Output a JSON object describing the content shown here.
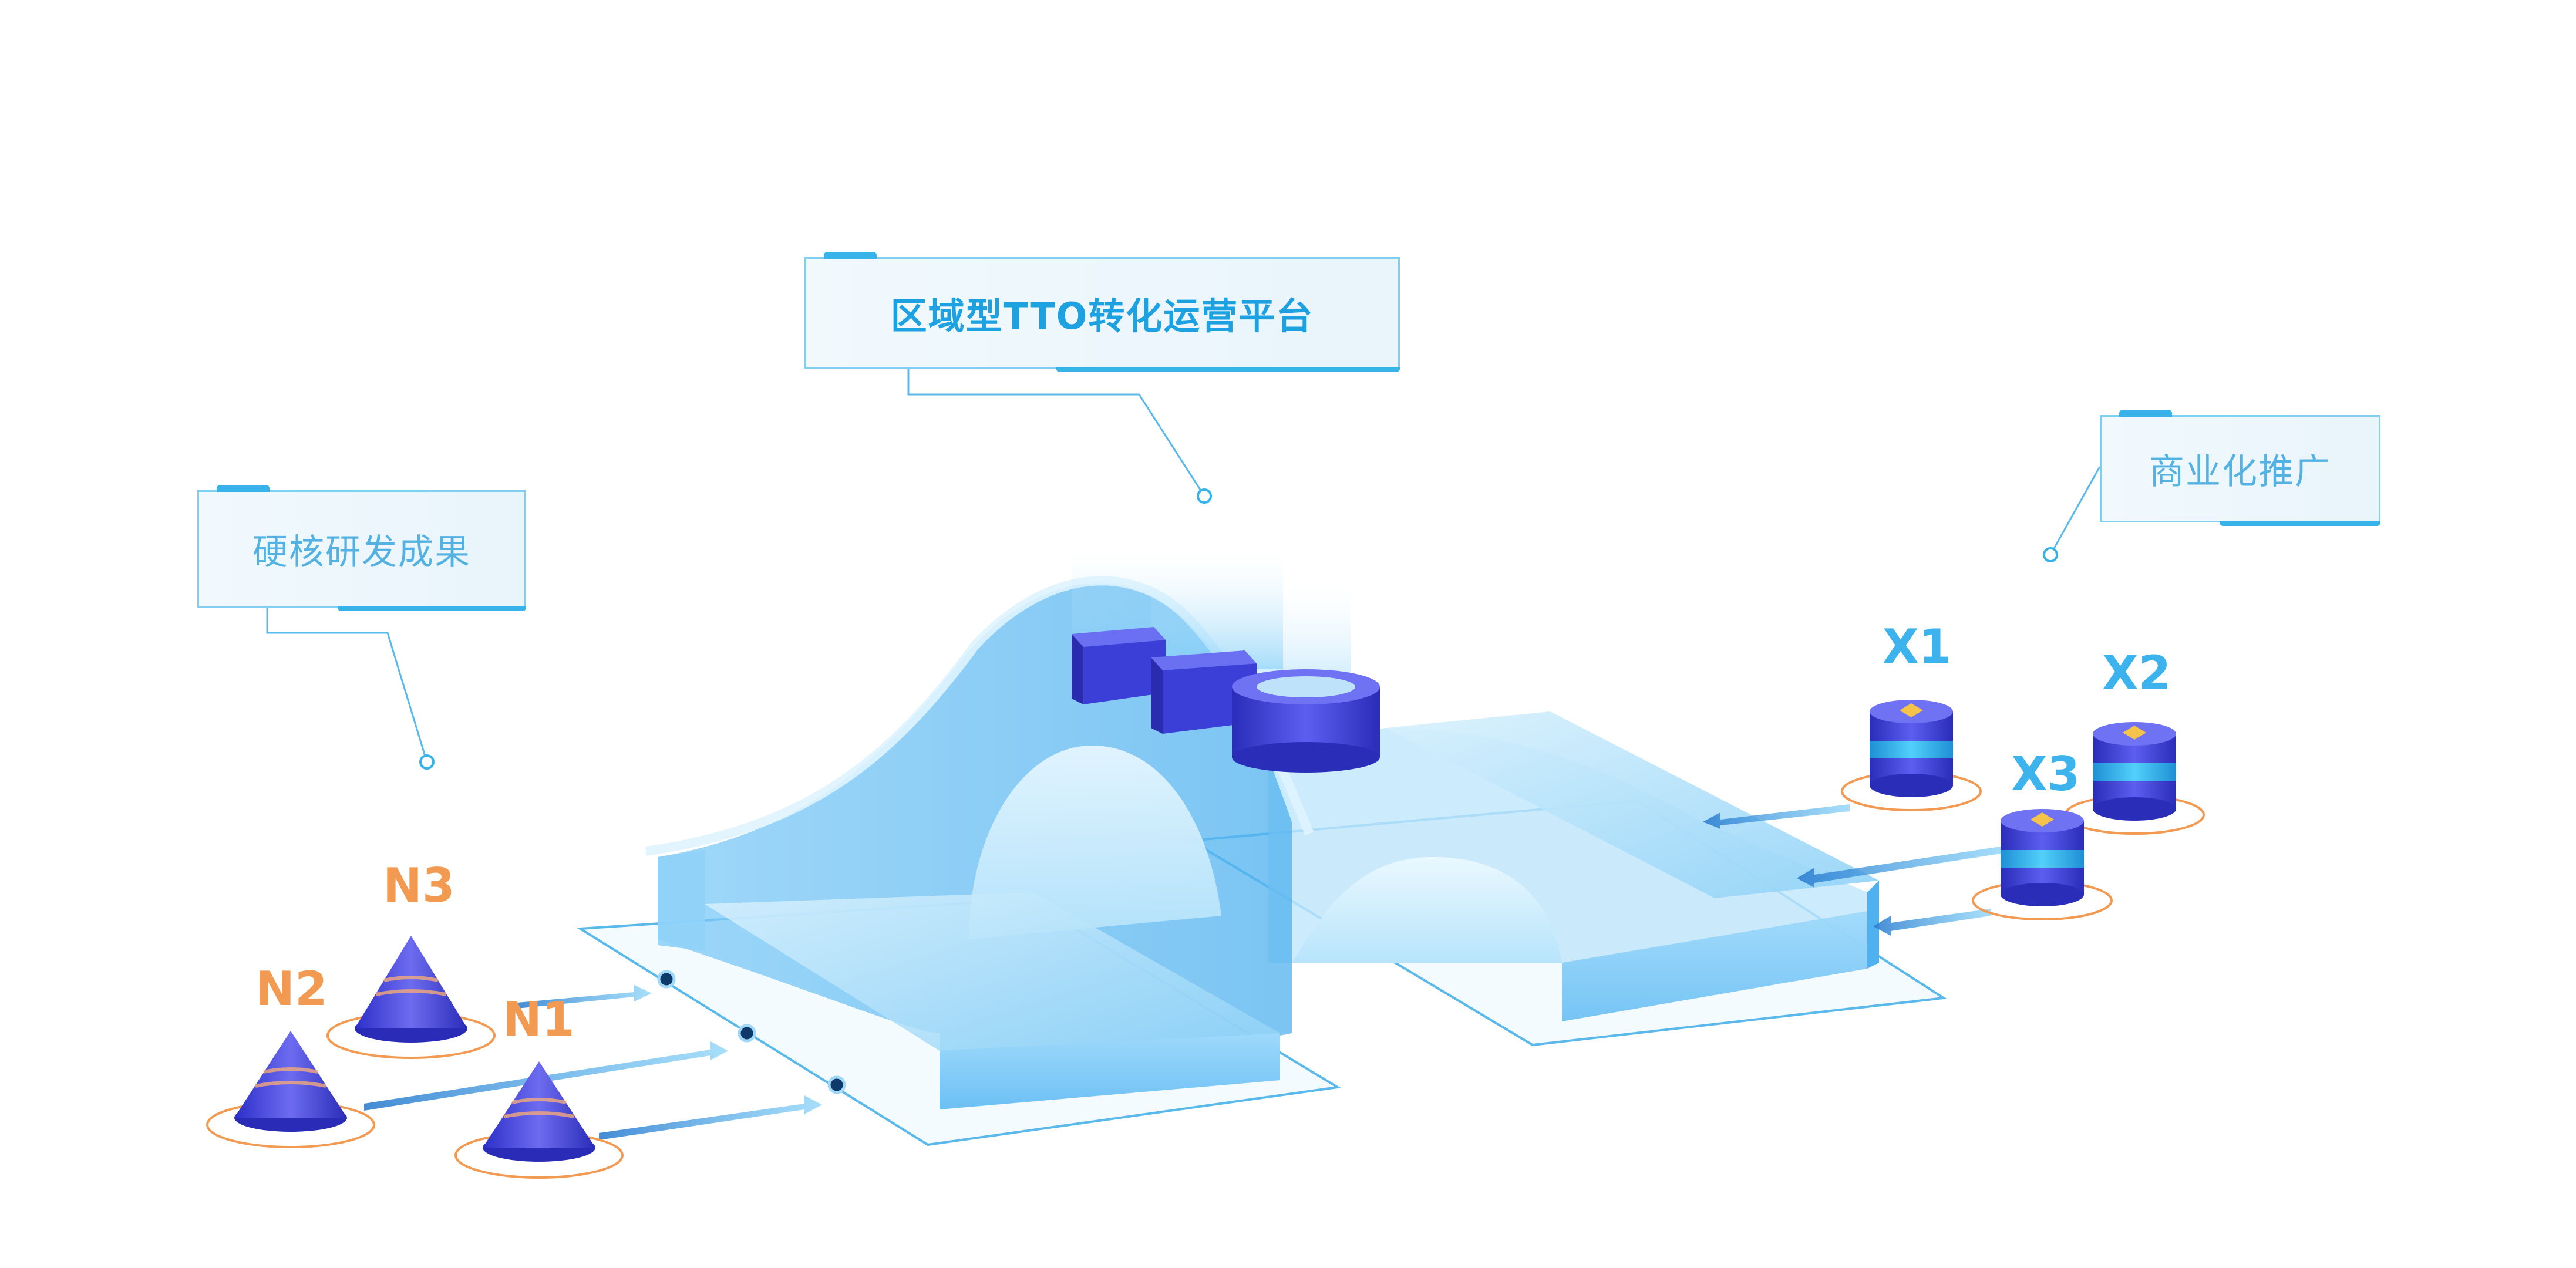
{
  "labels": {
    "platform": "区域型TTO转化运营平台",
    "research": "硬核研发成果",
    "commercial": "商业化推广"
  },
  "sources": [
    "N1",
    "N2",
    "N3"
  ],
  "targets": [
    "X1",
    "X2",
    "X3"
  ],
  "colors": {
    "primary_blue": "#37b3ea",
    "bridge_light": "#bfe6fb",
    "bridge_mid": "#7fcbf6",
    "block_dark": "#3a3ad6",
    "accent_orange": "#f29a52",
    "accent_gold": "#f5c24a"
  }
}
